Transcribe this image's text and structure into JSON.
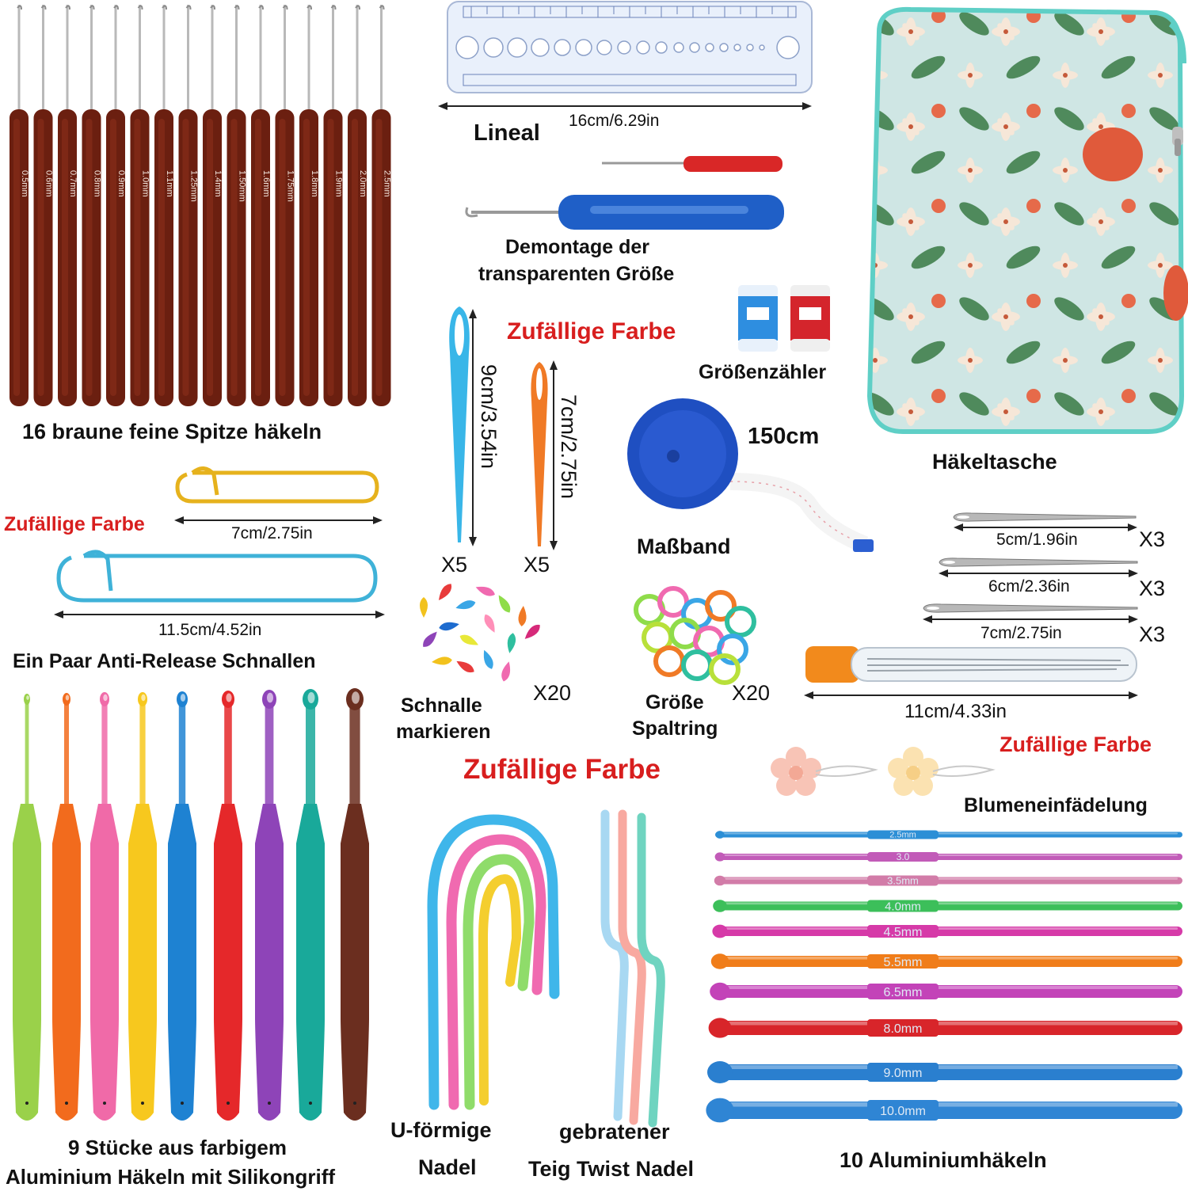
{
  "labels": {
    "fine_hooks": "16 braune feine Spitze häkeln",
    "ruler": "Lineal",
    "seam_ripper_1": "Demontage der",
    "seam_ripper_2": "transparenten Größe",
    "bag": "Häkeltasche",
    "row_counter": "Größenzähler",
    "tape": "Maßband",
    "holders": "Ein Paar Anti-Release Schnallen",
    "marker_1": "Schnalle",
    "marker_2": "markieren",
    "split_1": "Größe",
    "split_2": "Spaltring",
    "threader": "Blumeneinfädelung",
    "silicone_1": "9 Stücke aus farbigem",
    "silicone_2": "Aluminium Häkeln mit Silikongriff",
    "ushape_1": "U-förmige",
    "ushape_2": "Nadel",
    "twist_1": "gebratener",
    "twist_2": "Teig Twist Nadel",
    "alu_hooks": "10 Aluminiumhäkeln"
  },
  "random_color": "Zufällige Farbe",
  "dimensions": {
    "ruler": "16cm/6.29in",
    "tape": "150cm",
    "holder_small": "7cm/2.75in",
    "holder_large": "11.5cm/4.52in",
    "needle_9": "9cm/3.54in",
    "needle_7": "7cm/2.75in",
    "darn_5": "5cm/1.96in",
    "darn_6": "6cm/2.36in",
    "darn_7": "7cm/2.75in",
    "tube": "11cm/4.33in"
  },
  "quantities": {
    "needle_9": "X5",
    "needle_7": "X5",
    "markers": "X20",
    "split": "X20",
    "darn_5": "X3",
    "darn_6": "X3",
    "darn_7": "X3"
  },
  "fine_hook_sizes": [
    "0.5mm",
    "0.6mm",
    "0.7mm",
    "0.8mm",
    "0.9mm",
    "1.0mm",
    "1.1mm",
    "1.25mm",
    "1.4mm",
    "1.50mm",
    "1.6mm",
    "1.75mm",
    "1.8mm",
    "1.9mm",
    "2.0mm",
    "2.5mm"
  ],
  "silicone_colors": [
    "#9ad14a",
    "#f26b1d",
    "#f06aa8",
    "#f7c81e",
    "#1e82d2",
    "#e5282a",
    "#8e44b8",
    "#19a99a",
    "#6b2e1f"
  ],
  "alu_hooks": [
    {
      "size": "2.5mm",
      "color": "#2c8fd6"
    },
    {
      "size": "3.0",
      "color": "#c25bb8"
    },
    {
      "size": "3.5mm",
      "color": "#d27ca8"
    },
    {
      "size": "4.0mm",
      "color": "#3cbf5a"
    },
    {
      "size": "4.5mm",
      "color": "#d63aa8"
    },
    {
      "size": "5.5mm",
      "color": "#f07d1a"
    },
    {
      "size": "6.5mm",
      "color": "#c343b8"
    },
    {
      "size": "8.0mm",
      "color": "#d8252a"
    },
    {
      "size": "9.0mm",
      "color": "#2a7fcf"
    },
    {
      "size": "10.0mm",
      "color": "#2f85d4"
    }
  ]
}
